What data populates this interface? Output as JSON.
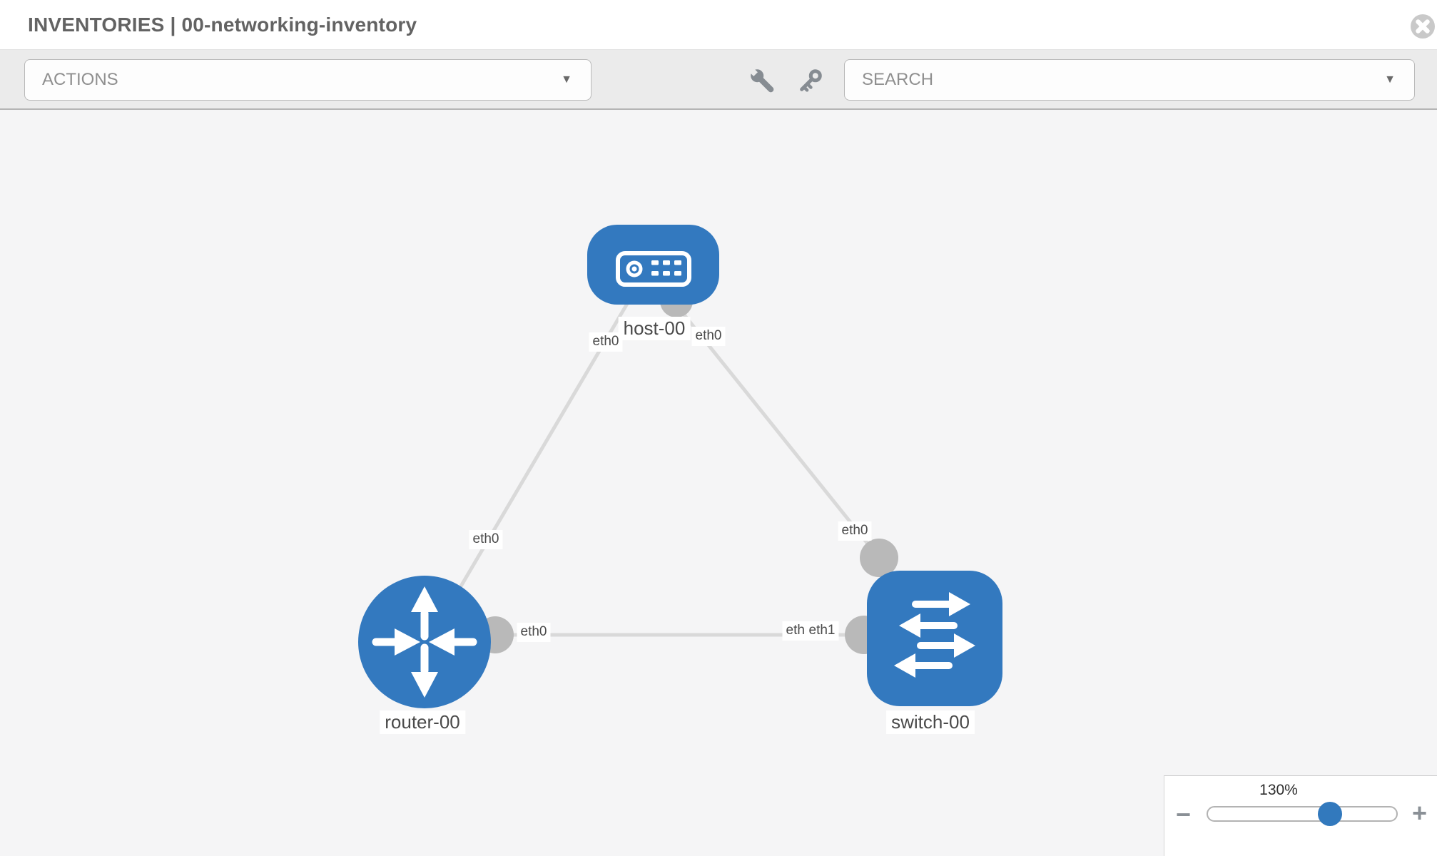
{
  "header": {
    "title": "INVENTORIES | 00-networking-inventory"
  },
  "toolbar": {
    "actions_label": "ACTIONS",
    "search_label": "SEARCH",
    "caret_glyph": "▼",
    "icons": {
      "wrench": "wrench-icon",
      "key": "key-icon",
      "close": "close-circle-icon"
    }
  },
  "topology": {
    "nodes": [
      {
        "label": "host-00",
        "type": "host"
      },
      {
        "label": "router-00",
        "type": "router"
      },
      {
        "label": "switch-00",
        "type": "switch"
      }
    ],
    "interfaces": {
      "host_router": {
        "host": "eth0",
        "router": "eth0"
      },
      "host_switch": {
        "host": "eth0",
        "switch": "eth0"
      },
      "router_switch": {
        "router": "eth0",
        "switch_covered": "eth0",
        "switch": "eth1"
      }
    }
  },
  "zoom_control": {
    "level": "130%",
    "zoom_out_glyph": "−",
    "zoom_in_glyph": "+"
  },
  "colors": {
    "node_fill": "#3379bf",
    "connector": "#b9b9b9",
    "link": "#d9d9d9",
    "handle_blue": "#3279bd",
    "toolbar_bg": "#ebebeb",
    "canvas_bg": "#f5f5f6"
  }
}
